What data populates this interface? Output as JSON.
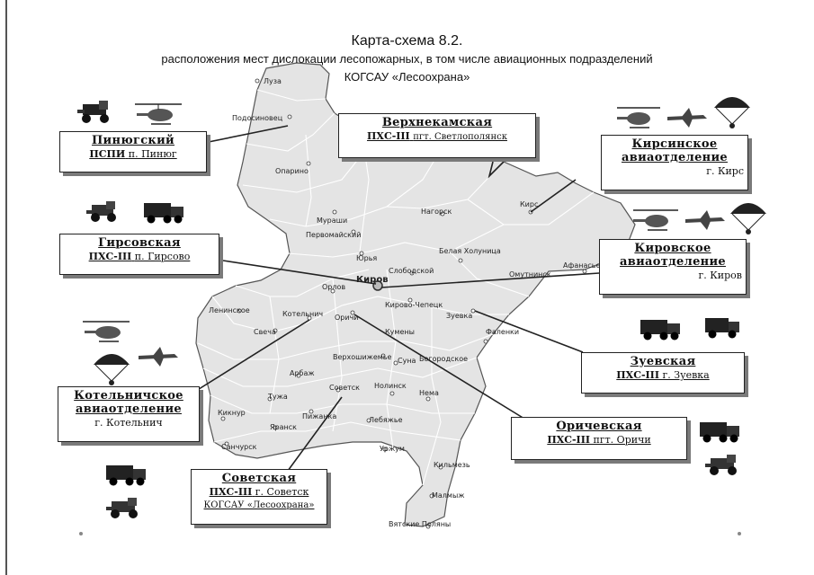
{
  "title": {
    "line1": "Карта-схема 8.2.",
    "line2": "расположения мест дислокации лесопожарных, в том числе авиационных подразделений",
    "line3": "КОГСАУ «Лесоохрана»"
  },
  "callouts": {
    "pinyug": {
      "name": "Пинюгский",
      "line2a": "ПСПИ",
      "line2b": "п. Пинюг"
    },
    "verkhnekamsk": {
      "name": "Верхнекамская",
      "line2a": "ПХС-III",
      "line2b": "пгт. Светлополянск"
    },
    "kirs": {
      "name1": "Кирсинское",
      "name2": "авиаотделение",
      "place": "г. Кирс"
    },
    "girsovo": {
      "name": "Гирсовская",
      "line2a": "ПХС-III",
      "line2b": "п. Гирсово"
    },
    "kirov": {
      "name1": "Кировское",
      "name2": "авиаотделение",
      "place": "г. Киров"
    },
    "zuevka": {
      "name": "Зуевская",
      "line2a": "ПХС-III",
      "line2b": "г. Зуевка"
    },
    "kotelnich": {
      "name1": "Котельничское",
      "name2": "авиаотделение",
      "place": "г. Котельнич"
    },
    "orichi": {
      "name": "Оричевская",
      "line2a": "ПХС-III",
      "line2b": "пгт. Оричи"
    },
    "sovetsk": {
      "name": "Советская",
      "line2a": "ПХС-III",
      "line2b": "г. Советск",
      "line3": "КОГСАУ «Лесоохрана»"
    }
  },
  "cities": {
    "luza": "Луза",
    "podosinovets": "Подосиновец",
    "oparino": "Опарино",
    "murashi": "Мураши",
    "pervomayskiy": "Первомайский",
    "yurya": "Юрья",
    "nagorsk": "Нагорск",
    "kirs": "Кирс",
    "belaya_kholunitsa": "Белая Холуница",
    "slobodskoy": "Слободской",
    "kirov": "Киров",
    "afanasyevo": "Афанасьево",
    "omutninsk": "Омутнинск",
    "orlov": "Орлов",
    "kirovo_chepetsk": "Кирово-Чепецк",
    "zuevka": "Зуевка",
    "leninskoe": "Ленинское",
    "kotelnich": "Котельнич",
    "orichi": "Оричи",
    "svecha": "Свеча",
    "verkhoshizhemye": "Верхошижемье",
    "suna": "Суна",
    "falenki": "Фаленки",
    "arbazh": "Арбаж",
    "sovetsk": "Советск",
    "nolinsk": "Нолинск",
    "nema": "Нема",
    "tuzha": "Тужа",
    "kiknur": "Кикнур",
    "yaransk": "Яранск",
    "pizhanka": "Пижанка",
    "lebyazhye": "Лебяжье",
    "sanchursk": "Санчурск",
    "urzhum": "Уржум",
    "kilmez": "Кильмезь",
    "malmyzh": "Малмыж",
    "vyatskie_polyany": "Вятские Поляны",
    "bogorodskoe": "Богородское",
    "kumeny": "Кумены"
  },
  "colors": {
    "border": "#222222",
    "shadow": "#7a7a7a",
    "region_fill": "#e6e6e6",
    "district": "#ffffff"
  },
  "icons": [
    "tractor-icon",
    "helicopter-icon",
    "fire-truck-icon",
    "parachute-icon",
    "airplane-icon"
  ]
}
